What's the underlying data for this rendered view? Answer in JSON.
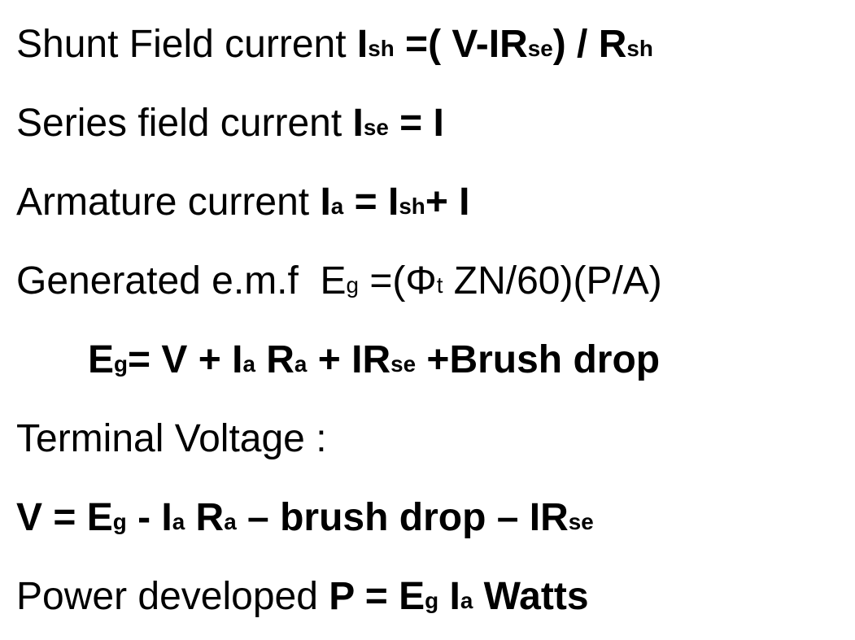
{
  "page": {
    "background": "#ffffff",
    "text_color": "#000000"
  },
  "lines": [
    {
      "name": "shunt-field-current-formula",
      "segments": [
        {
          "t": "Shunt Field current ",
          "b": false
        },
        {
          "t": "I",
          "b": true
        },
        {
          "t": "sh",
          "b": true,
          "sub": true
        },
        {
          "t": " =( V-IR",
          "b": true
        },
        {
          "t": "se",
          "b": true,
          "sub": true
        },
        {
          "t": ") / R",
          "b": true
        },
        {
          "t": "sh",
          "b": true,
          "sub": true
        }
      ]
    },
    {
      "name": "series-field-current-formula",
      "segments": [
        {
          "t": "Series field current ",
          "b": false
        },
        {
          "t": "I",
          "b": true
        },
        {
          "t": "se",
          "b": true,
          "sub": true
        },
        {
          "t": " = I",
          "b": true
        }
      ]
    },
    {
      "name": "armature-current-formula",
      "segments": [
        {
          "t": "Armature current ",
          "b": false
        },
        {
          "t": "I",
          "b": true
        },
        {
          "t": "a",
          "b": true,
          "sub": true
        },
        {
          "t": " = I",
          "b": true
        },
        {
          "t": "sh",
          "b": true,
          "sub": true
        },
        {
          "t": "+ I",
          "b": true
        }
      ]
    },
    {
      "name": "generated-emf-formula",
      "segments": [
        {
          "t": "Generated e.m.f  E",
          "b": false
        },
        {
          "t": "g",
          "b": false,
          "sub": true
        },
        {
          "t": " =(Φ",
          "b": false
        },
        {
          "t": "t",
          "b": false,
          "sub": true
        },
        {
          "t": " ZN/60)(P/A)",
          "b": false
        }
      ]
    },
    {
      "name": "generated-emf-expanded-formula",
      "segments": [
        {
          "t": "E",
          "b": true
        },
        {
          "t": "g",
          "b": true,
          "sub": true
        },
        {
          "t": "= V + I",
          "b": true
        },
        {
          "t": "a",
          "b": true,
          "sub": true
        },
        {
          "t": " R",
          "b": true
        },
        {
          "t": "a",
          "b": true,
          "sub": true
        },
        {
          "t": " + IR",
          "b": true
        },
        {
          "t": "se",
          "b": true,
          "sub": true
        },
        {
          "t": " +Brush drop",
          "b": true
        }
      ]
    },
    {
      "name": "terminal-voltage-heading",
      "segments": [
        {
          "t": "Terminal Voltage :",
          "b": false
        }
      ]
    },
    {
      "name": "terminal-voltage-formula",
      "segments": [
        {
          "t": "V = E",
          "b": true
        },
        {
          "t": "g",
          "b": true,
          "sub": true
        },
        {
          "t": " - I",
          "b": true
        },
        {
          "t": "a",
          "b": true,
          "sub": true
        },
        {
          "t": " R",
          "b": true
        },
        {
          "t": "a",
          "b": true,
          "sub": true
        },
        {
          "t": " – brush drop – IR",
          "b": true
        },
        {
          "t": "se",
          "b": true,
          "sub": true
        }
      ]
    },
    {
      "name": "power-developed-formula",
      "segments": [
        {
          "t": "Power developed ",
          "b": false
        },
        {
          "t": "P = E",
          "b": true
        },
        {
          "t": "g",
          "b": true,
          "sub": true
        },
        {
          "t": " I",
          "b": true
        },
        {
          "t": "a",
          "b": true,
          "sub": true
        },
        {
          "t": " Watts",
          "b": true
        }
      ]
    }
  ]
}
